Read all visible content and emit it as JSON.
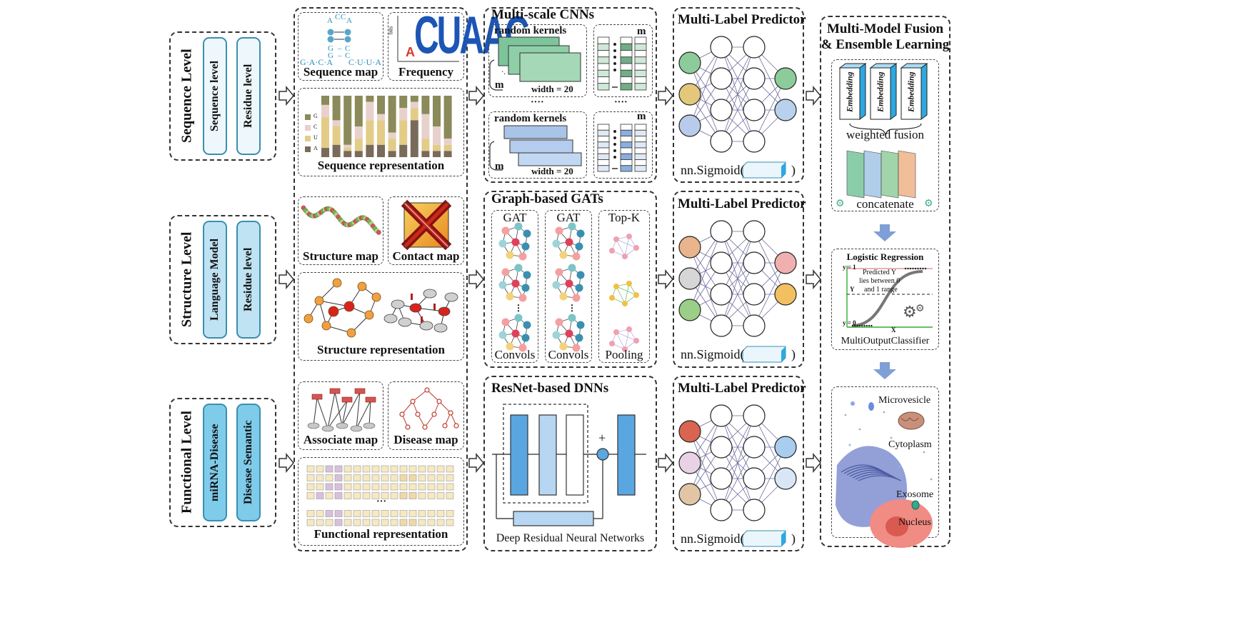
{
  "levels": {
    "sequence": {
      "title": "Sequence Level",
      "pill1": "Sequence level",
      "pill2": "Residue level"
    },
    "structure": {
      "title": "Structure Level",
      "pill1": "Language Model",
      "pill2": "Residue level"
    },
    "functional": {
      "title": "Functional Level",
      "pill1": "miRNA-Disease",
      "pill2": "Disease Semantic"
    }
  },
  "seq_panel": {
    "seq_map": "Sequence map",
    "frequency": "Frequency",
    "logo": "CUAAC",
    "logo_prefix": "A",
    "bits": "bits",
    "rna_left": "G·A·C·A",
    "rna_right": "C·U·U·A",
    "legend": [
      "G",
      "C",
      "U",
      "A"
    ],
    "representation": "Sequence representation"
  },
  "cnn": {
    "title": "Multi-scale CNNs",
    "random_kernels": "random kernels",
    "width": "width = 20",
    "m": "m",
    "dots": "····"
  },
  "struct_panel": {
    "structure_map": "Structure map",
    "contact_map": "Contact map",
    "representation": "Structure representation"
  },
  "gat": {
    "title": "Graph-based GATs",
    "gat": "GAT",
    "topk": "Top-K",
    "convols": "Convols",
    "pooling": "Pooling"
  },
  "func_panel": {
    "associate_map": "Associate map",
    "disease_map": "Disease map",
    "representation": "Functional representation",
    "dots": "···"
  },
  "resnet": {
    "title": "ResNet-based DNNs",
    "plus": "+",
    "caption": "Deep Residual Neural Networks"
  },
  "predictor": {
    "title": "Multi-Label Predictor",
    "sigmoid": "nn.Sigmoid(",
    "close": ")"
  },
  "fusion": {
    "title_line1": "Multi-Model Fusion",
    "title_line2": "& Ensemble Learning",
    "embedding": "Embedding",
    "weighted": "weighted fusion",
    "concatenate": "concatenate",
    "lr_title": "Logistic Regression",
    "y1": "y = 1",
    "y0": "y = 0",
    "yaxis": "Y",
    "xaxis": "X",
    "predicted_line1": "Predicted Y",
    "predicted_line2": "lies between 0",
    "predicted_line3": "and 1 range",
    "moc": "MultiOutputClassifier",
    "microvesicle": "Microvesicle",
    "cytoplasm": "Cytoplasm",
    "exosome": "Exosome",
    "nucleus": "Nucleus"
  },
  "colors": {
    "pill_fill_light": "#eef7fb",
    "pill_fill_blue": "#bfe3f2",
    "arrow_blue": "#7f9fd6",
    "green": "#7cc4a0",
    "blue": "#b5cdea"
  }
}
